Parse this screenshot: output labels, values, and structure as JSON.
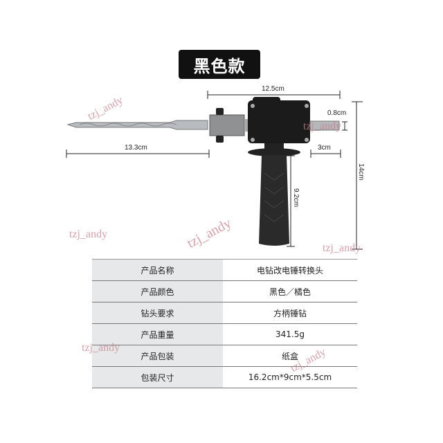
{
  "title": "黑色款",
  "dimensions": {
    "width_top": "12.5cm",
    "bit_length": "13.3cm",
    "shaft_diameter": "0.8cm",
    "shaft_length": "3cm",
    "total_height": "14cm",
    "handle_length": "9.2cm"
  },
  "watermark": "tzj_andy",
  "specs": [
    {
      "label": "产品名称",
      "value": "电钻改电锤转换头"
    },
    {
      "label": "产品颜色",
      "value": "黑色／橘色"
    },
    {
      "label": "钻头要求",
      "value": "方柄锤钻"
    },
    {
      "label": "产品重量",
      "value": "341.5g"
    },
    {
      "label": "产品包装",
      "value": "纸盒"
    },
    {
      "label": "包装尺寸",
      "value": "16.2cm*9cm*5.5cm"
    }
  ]
}
